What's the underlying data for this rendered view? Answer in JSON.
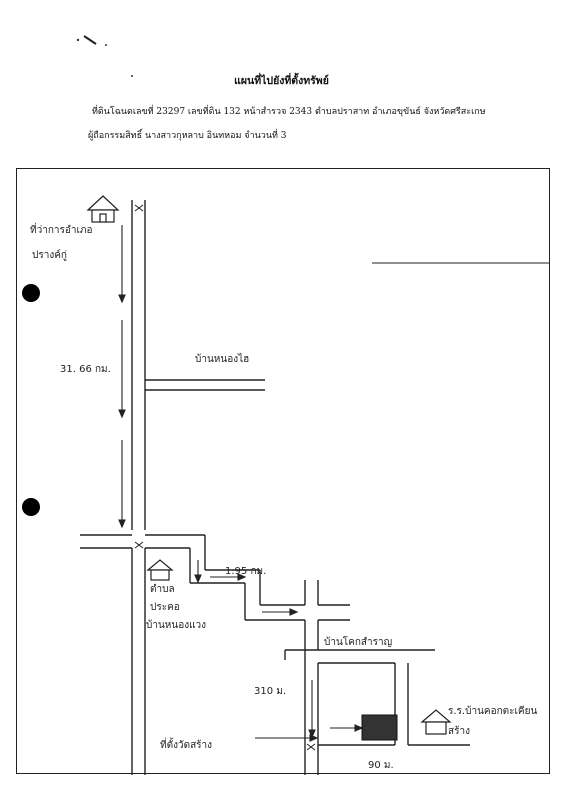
{
  "header": {
    "title": "แผนที่ไปยังที่ตั้งทรัพย์",
    "deed_line": "ที่ดินโฉนดเลขที่ 23297 เลขที่ดิน 132 หน้าสำรวจ 2343 ตำบลปราสาท อำเภอขุขันธ์ จังหวัดศรีสะเกษ",
    "owner_line": "ผู้ถือกรรมสิทธิ์ นางสาวกุหลาบ อินทหอม จำนวนที่ 3"
  },
  "map": {
    "labels": {
      "district_office": "ที่ว่าการอำเภอ",
      "district_office_2": "ปรางค์กู่",
      "distance_1": "31. 66 กม.",
      "village_1": "บ้านหนองไฮ",
      "distance_2": "1.95 กม.",
      "sub_district": "ตำบล",
      "sub_district_2": "ประคอ",
      "village_2": "บ้านหนองแวง",
      "village_3": "บ้านโคกสำราญ",
      "distance_3": "310 ม.",
      "temple": "ที่ตั้งวัดสร้าง",
      "school_1": "ร.ร.บ้านคอกตะเคียน",
      "school_2": "สร้าง",
      "distance_4": "90 ม."
    }
  }
}
